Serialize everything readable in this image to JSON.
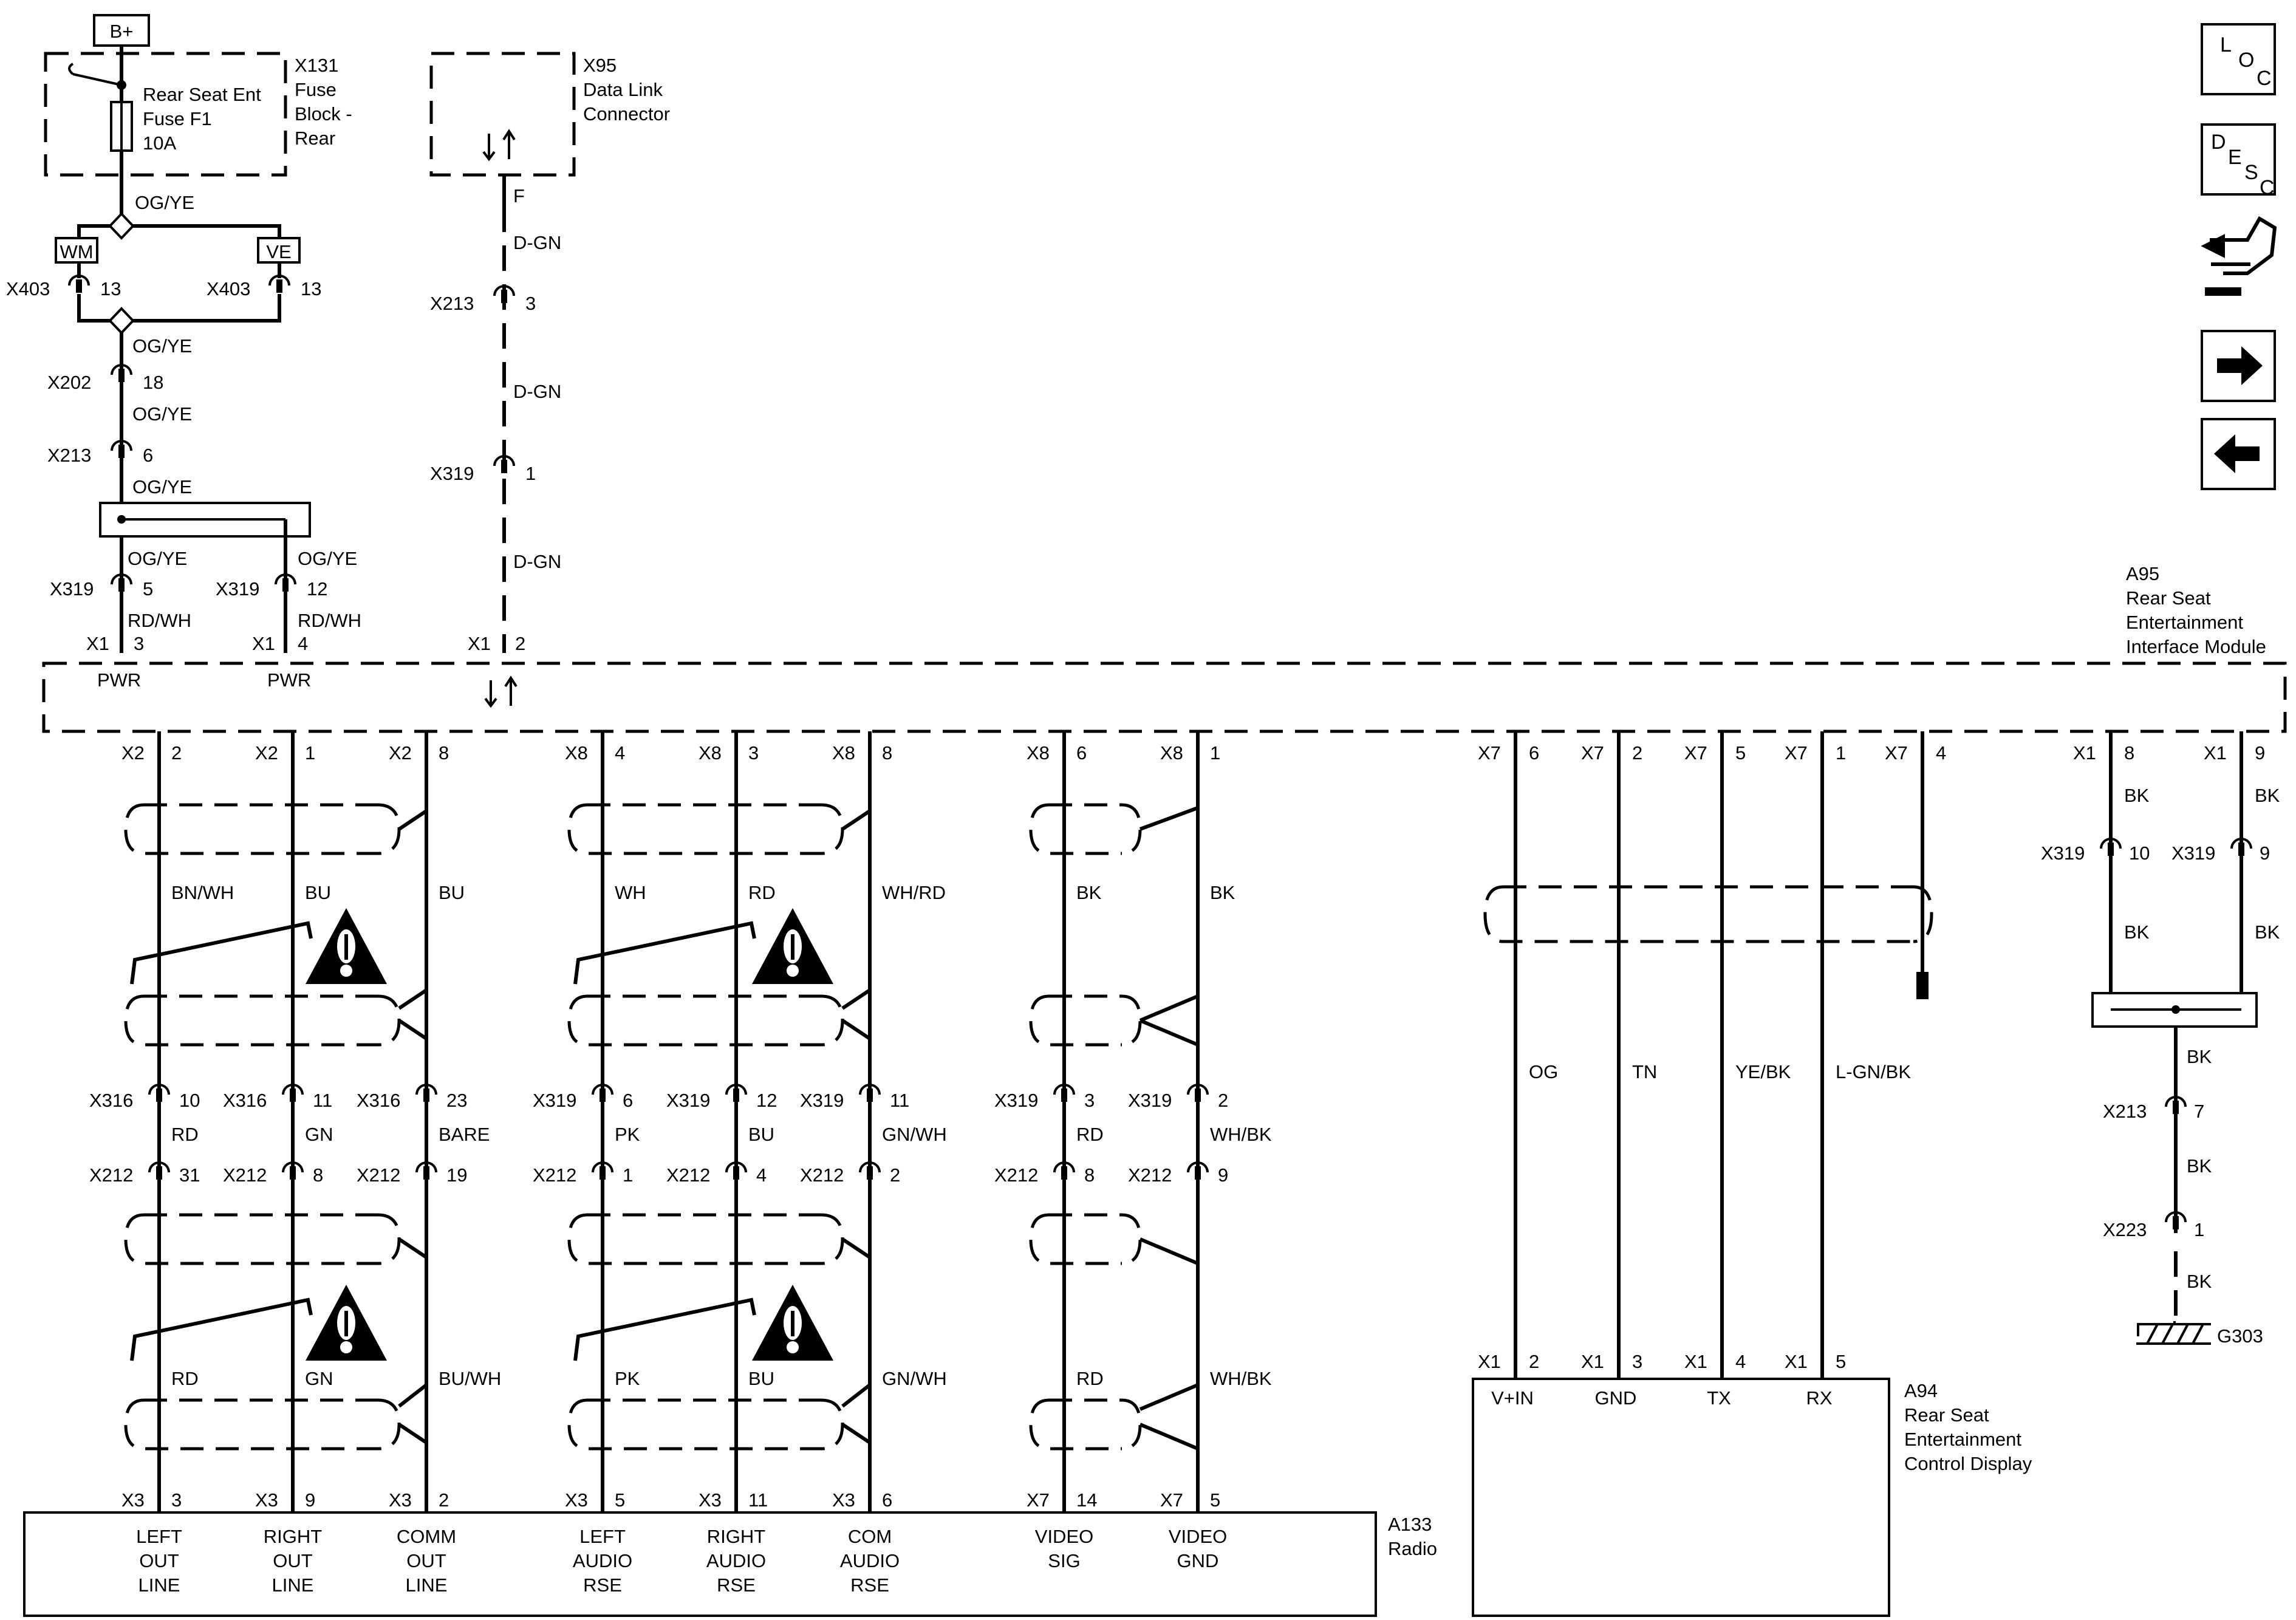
{
  "supply": {
    "label": "B+"
  },
  "fuse": {
    "connector": "X131",
    "block": [
      "Fuse",
      "Block -",
      "Rear"
    ],
    "name": [
      "Rear Seat Ent",
      "Fuse F1",
      "10A"
    ]
  },
  "dlc": {
    "connector": "X95",
    "name": [
      "Data Link",
      "Connector"
    ],
    "pin": "F"
  },
  "left_wires": {
    "og_ye": "OG/YE",
    "rd_wh": "RD/WH",
    "d_gn": "D-GN",
    "wm": "WM",
    "ve": "VE"
  },
  "left_conns": {
    "x403": "X403",
    "x202": "X202",
    "x213": "X213",
    "x319": "X319",
    "x1": "X1",
    "pin13": "13",
    "pin18": "18",
    "pin6": "6",
    "pin3": "3",
    "pin1": "1",
    "pin5": "5",
    "pin12": "12",
    "pin4": "4",
    "pin2": "2"
  },
  "module": {
    "id": "A95",
    "name": [
      "Rear Seat",
      "Entertainment",
      "Interface Module"
    ],
    "pwr": "PWR"
  },
  "nav_icons": [
    "loc-icon",
    "desc-icon",
    "connector-view-icon",
    "next-page-icon",
    "previous-page-icon"
  ],
  "icon_text": {
    "loc": [
      "L",
      "O",
      "C"
    ],
    "desc": [
      "D",
      "E",
      "S",
      "C"
    ]
  },
  "radio_circuits": [
    {
      "top_conn": "X2",
      "top_pin": "2",
      "w1": "BN/WH",
      "m1": "X316",
      "mp1": "10",
      "w2": "RD",
      "m2": "X212",
      "mp2": "31",
      "w3": "RD",
      "bot_conn": "X3",
      "bot_pin": "3",
      "label": [
        "LEFT",
        "OUT",
        "LINE"
      ]
    },
    {
      "top_conn": "X2",
      "top_pin": "1",
      "w1": "BU",
      "m1": "X316",
      "mp1": "11",
      "w2": "GN",
      "m2": "X212",
      "mp2": "8",
      "w3": "GN",
      "bot_conn": "X3",
      "bot_pin": "9",
      "label": [
        "RIGHT",
        "OUT",
        "LINE"
      ]
    },
    {
      "top_conn": "X2",
      "top_pin": "8",
      "w1": "BU",
      "m1": "X316",
      "mp1": "23",
      "w2": "BARE",
      "m2": "X212",
      "mp2": "19",
      "w3": "BU/WH",
      "bot_conn": "X3",
      "bot_pin": "2",
      "label": [
        "COMM",
        "OUT",
        "LINE"
      ]
    },
    {
      "top_conn": "X8",
      "top_pin": "4",
      "w1": "WH",
      "m1": "X319",
      "mp1": "6",
      "w2": "PK",
      "m2": "X212",
      "mp2": "1",
      "w3": "PK",
      "bot_conn": "X3",
      "bot_pin": "5",
      "label": [
        "LEFT",
        "AUDIO",
        "RSE"
      ]
    },
    {
      "top_conn": "X8",
      "top_pin": "3",
      "w1": "RD",
      "m1": "X319",
      "mp1": "12",
      "w2": "BU",
      "m2": "X212",
      "mp2": "4",
      "w3": "BU",
      "bot_conn": "X3",
      "bot_pin": "11",
      "label": [
        "RIGHT",
        "AUDIO",
        "RSE"
      ]
    },
    {
      "top_conn": "X8",
      "top_pin": "8",
      "w1": "WH/RD",
      "m1": "X319",
      "mp1": "11",
      "w2": "GN/WH",
      "m2": "X212",
      "mp2": "2",
      "w3": "GN/WH",
      "bot_conn": "X3",
      "bot_pin": "6",
      "label": [
        "COM",
        "AUDIO",
        "RSE"
      ]
    },
    {
      "top_conn": "X8",
      "top_pin": "6",
      "w1": "BK",
      "m1": "X319",
      "mp1": "3",
      "w2": "RD",
      "m2": "X212",
      "mp2": "8",
      "w3": "RD",
      "bot_conn": "X7",
      "bot_pin": "14",
      "label": [
        "VIDEO",
        "SIG"
      ]
    },
    {
      "top_conn": "X8",
      "top_pin": "1",
      "w1": "BK",
      "m1": "X319",
      "mp1": "2",
      "w2": "WH/BK",
      "m2": "X212",
      "mp2": "9",
      "w3": "WH/BK",
      "bot_conn": "X7",
      "bot_pin": "5",
      "label": [
        "VIDEO",
        "GND"
      ]
    }
  ],
  "radio": {
    "id": "A133",
    "name": "Radio"
  },
  "display_circuits": [
    {
      "top_conn": "X7",
      "top_pin": "6",
      "wire": "OG",
      "bot_conn": "X1",
      "bot_pin": "2",
      "label": "V+IN"
    },
    {
      "top_conn": "X7",
      "top_pin": "2",
      "wire": "TN",
      "bot_conn": "X1",
      "bot_pin": "3",
      "label": "GND"
    },
    {
      "top_conn": "X7",
      "top_pin": "5",
      "wire": "YE/BK",
      "bot_conn": "X1",
      "bot_pin": "4",
      "label": "TX"
    },
    {
      "top_conn": "X7",
      "top_pin": "1",
      "wire": "L-GN/BK",
      "bot_conn": "X1",
      "bot_pin": "5",
      "label": "RX"
    },
    {
      "top_conn": "X7",
      "top_pin": "4"
    }
  ],
  "display": {
    "id": "A94",
    "name": [
      "Rear Seat",
      "Entertainment",
      "Control Display"
    ]
  },
  "ground": {
    "top": [
      {
        "conn": "X1",
        "pin": "8",
        "wire": "BK",
        "inline": "X319",
        "inline_pin": "10"
      },
      {
        "conn": "X1",
        "pin": "9",
        "wire": "BK",
        "inline": "X319",
        "inline_pin": "9"
      }
    ],
    "chain": [
      {
        "wire": "BK",
        "conn": "X213",
        "pin": "7"
      },
      {
        "wire": "BK",
        "conn": "X223",
        "pin": "1"
      },
      {
        "wire": "BK"
      }
    ],
    "ground_id": "G303"
  }
}
